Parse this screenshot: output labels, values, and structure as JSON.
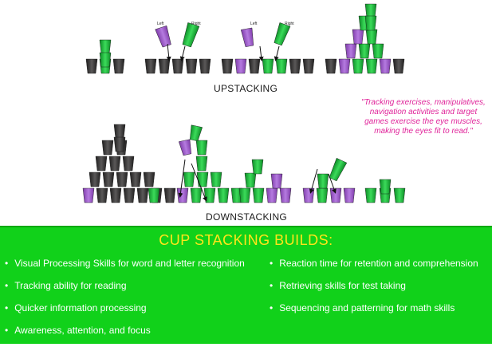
{
  "colors": {
    "purple": "#9b55c8",
    "green": "#16b736",
    "dark": "#3a3838",
    "magenta": "#e0249a",
    "panel": "#11d11a",
    "yellow": "#ffe51a"
  },
  "labels": {
    "upstacking": "UPSTACKING",
    "downstacking": "DOWNSTACKING"
  },
  "hand_labels": {
    "left": "Left",
    "right": "Right"
  },
  "quote": "\"Tracking exercises, manipulatives, navigation activities and target games exercise the eye muscles, making the eyes fit to read.\"",
  "panel": {
    "title": "CUP STACKING BUILDS:",
    "left_items": [
      "Visual Processing Skills for word and letter recognition",
      "Tracking ability for reading",
      "Quicker information processing",
      "Awareness, attention, and focus"
    ],
    "right_items": [
      "Reaction time for retention and comprehension",
      "Retrieving skills for test taking",
      "Sequencing and patterning for math skills"
    ]
  }
}
